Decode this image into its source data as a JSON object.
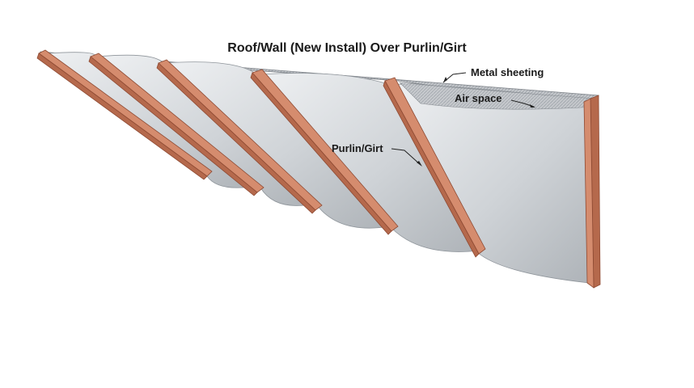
{
  "diagram": {
    "title": "Roof/Wall (New Install) Over Purlin/Girt",
    "labels": {
      "metal_sheeting": "Metal sheeting",
      "air_space": "Air space",
      "purlin_girt": "Purlin/Girt"
    },
    "colors": {
      "panel_light": "#e4e7ea",
      "panel_shadow": "#b9bdc2",
      "sheeting": "#c9ccd0",
      "purlin_face": "#b5694c",
      "purlin_top": "#d58c6e",
      "purlin_edge": "#8e4a33"
    }
  }
}
